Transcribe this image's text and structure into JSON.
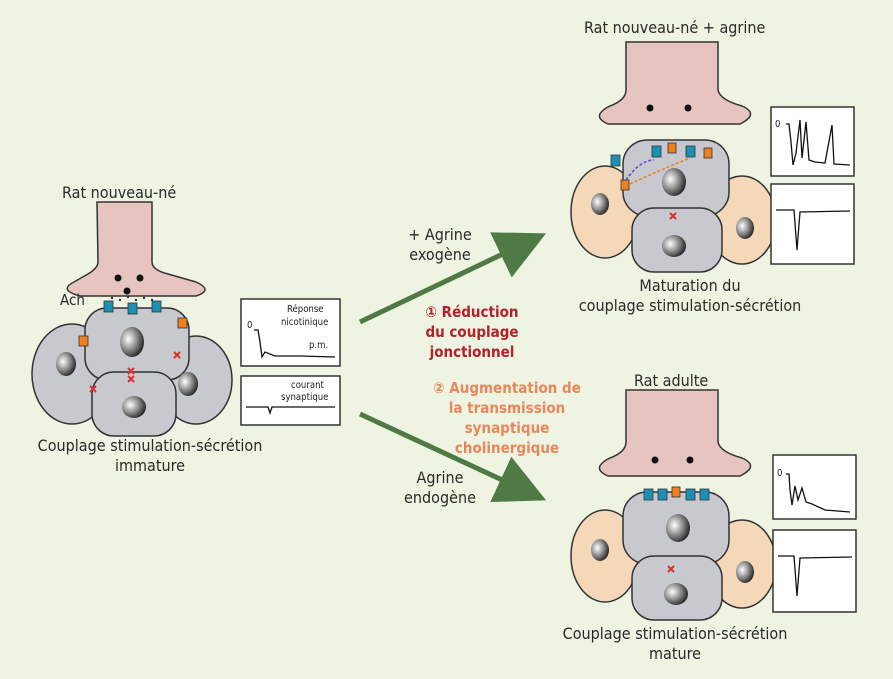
{
  "titles": {
    "newborn": "Rat nouveau-né",
    "newborn_agrin": "Rat nouveau-né + agrine",
    "adult": "Rat adulte"
  },
  "labels": {
    "ach": "Ach",
    "immature_line1": "Couplage stimulation-sécrétion",
    "immature_line2": "immature",
    "maturation_line1": "Maturation du",
    "maturation_line2": "couplage stimulation-sécrétion",
    "mature_line1": "Couplage stimulation-sécrétion",
    "mature_line2": "mature",
    "agrin_exo_line1": "+ Agrine",
    "agrin_exo_line2": "exogène",
    "agrin_endo_line1": "Agrine",
    "agrin_endo_line2": "endogène"
  },
  "effects": {
    "one_number": "①",
    "one_line1": "Réduction",
    "one_line2": "du couplage",
    "one_line3": "jonctionnel",
    "two_number": "②",
    "two_line1": "Augmentation de",
    "two_line2": "la transmission",
    "two_line3": "synaptique",
    "two_line4": "cholinergique"
  },
  "traces": {
    "zero": "0",
    "nicotinic_line1": "Réponse",
    "nicotinic_line2": "nicotinique",
    "pm": "p.m.",
    "synaptic_line1": "courant",
    "synaptic_line2": "synaptique"
  },
  "colors": {
    "background": "#eef3e2",
    "nerve": "#e8c4c0",
    "cell": "#c8c9cf",
    "outer_cell": "#f5d8b8",
    "arrow": "#4f7a46",
    "red_text": "#b3202a",
    "orange_text": "#e8875a",
    "receptor_blue": "#1c8fb4",
    "receptor_orange": "#f07f1e"
  }
}
